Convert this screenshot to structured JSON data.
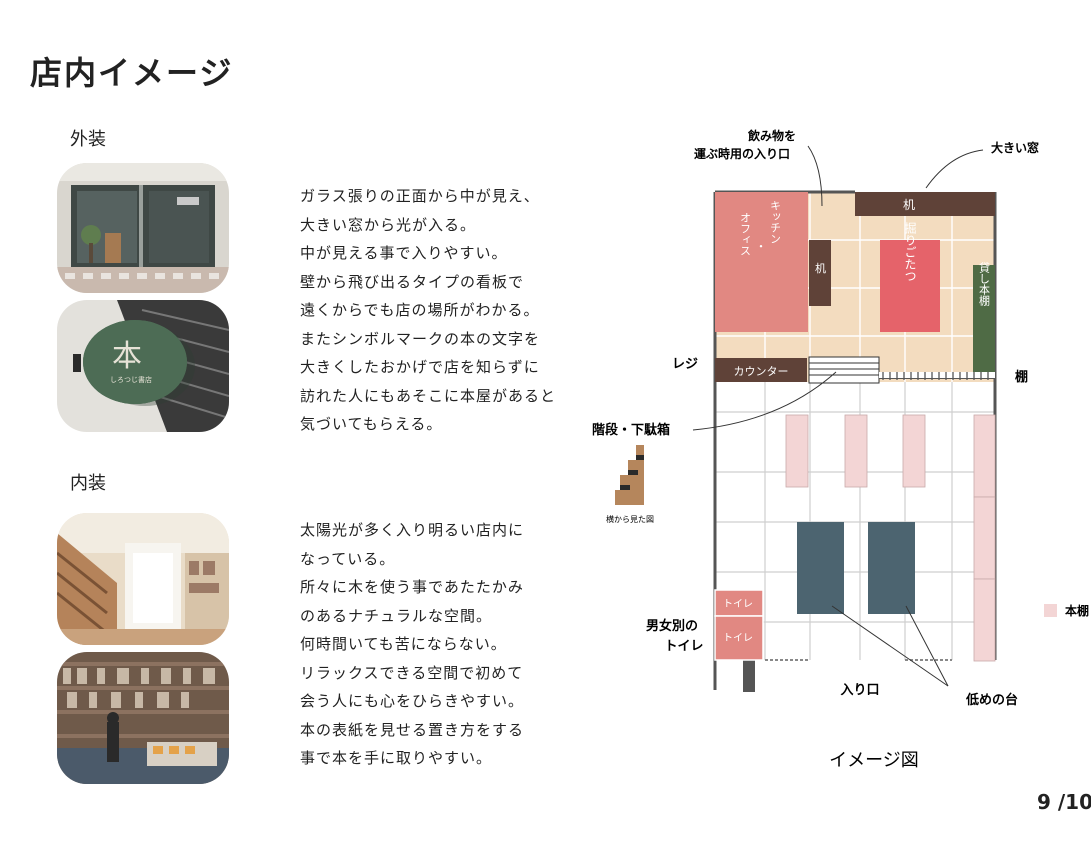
{
  "title": "店内イメージ",
  "exterior": {
    "heading": "外装",
    "sign_char": "本",
    "sign_sub": "しろつじ書店",
    "lines": [
      "ガラス張りの正面から中が見え、",
      "大きい窓から光が入る。",
      "中が見える事で入りやすい。",
      "壁から飛び出るタイプの看板で",
      "遠くからでも店の場所がわかる。",
      "またシンボルマークの本の文字を",
      "大きくしたおかげで店を知らずに",
      "訪れた人にもあそこに本屋があると",
      "気づいてもらえる。"
    ]
  },
  "interior": {
    "heading": "内装",
    "lines": [
      "太陽光が多く入り明るい店内に",
      "なっている。",
      "所々に木を使う事であたたかみ",
      "のあるナチュラルな空間。",
      "何時間いても苦にならない。",
      "リラックスできる空間で初めて",
      "会う人にも心をひらきやすい。",
      "本の表紙を見せる置き方をする",
      "事で本を手に取りやすい。"
    ]
  },
  "plan": {
    "caption": "イメージ図",
    "drink_entrance": [
      "飲み物を",
      "運ぶ時用の入り口"
    ],
    "big_window": "大きい窓",
    "desk_top": "机",
    "kitchen": [
      "キッチン",
      "・",
      "オフィス"
    ],
    "desk_side": "机",
    "kotatsu": "掘りごたつ",
    "rental_shelf": "貸し本棚",
    "register": "レジ",
    "counter": "カウンター",
    "shelf": "棚",
    "stairs": "階段・下駄箱",
    "side_view": "横から見た図",
    "toilet": "トイレ",
    "toilets_label": [
      "男女別の",
      "トイレ"
    ],
    "entrance": "入り口",
    "low_table": "低めの台",
    "legend_bookshelf": "本棚"
  },
  "colors": {
    "kitchen": "#e18882",
    "kotatsu": "#e5636a",
    "floor_back": "#f3dcbf",
    "desk": "#5f4238",
    "rental_shelf": "#4f6b45",
    "bookshelf": "#f3d5d5",
    "low_table": "#4c6470",
    "toilet": "#e18882"
  },
  "page": "9 /10"
}
